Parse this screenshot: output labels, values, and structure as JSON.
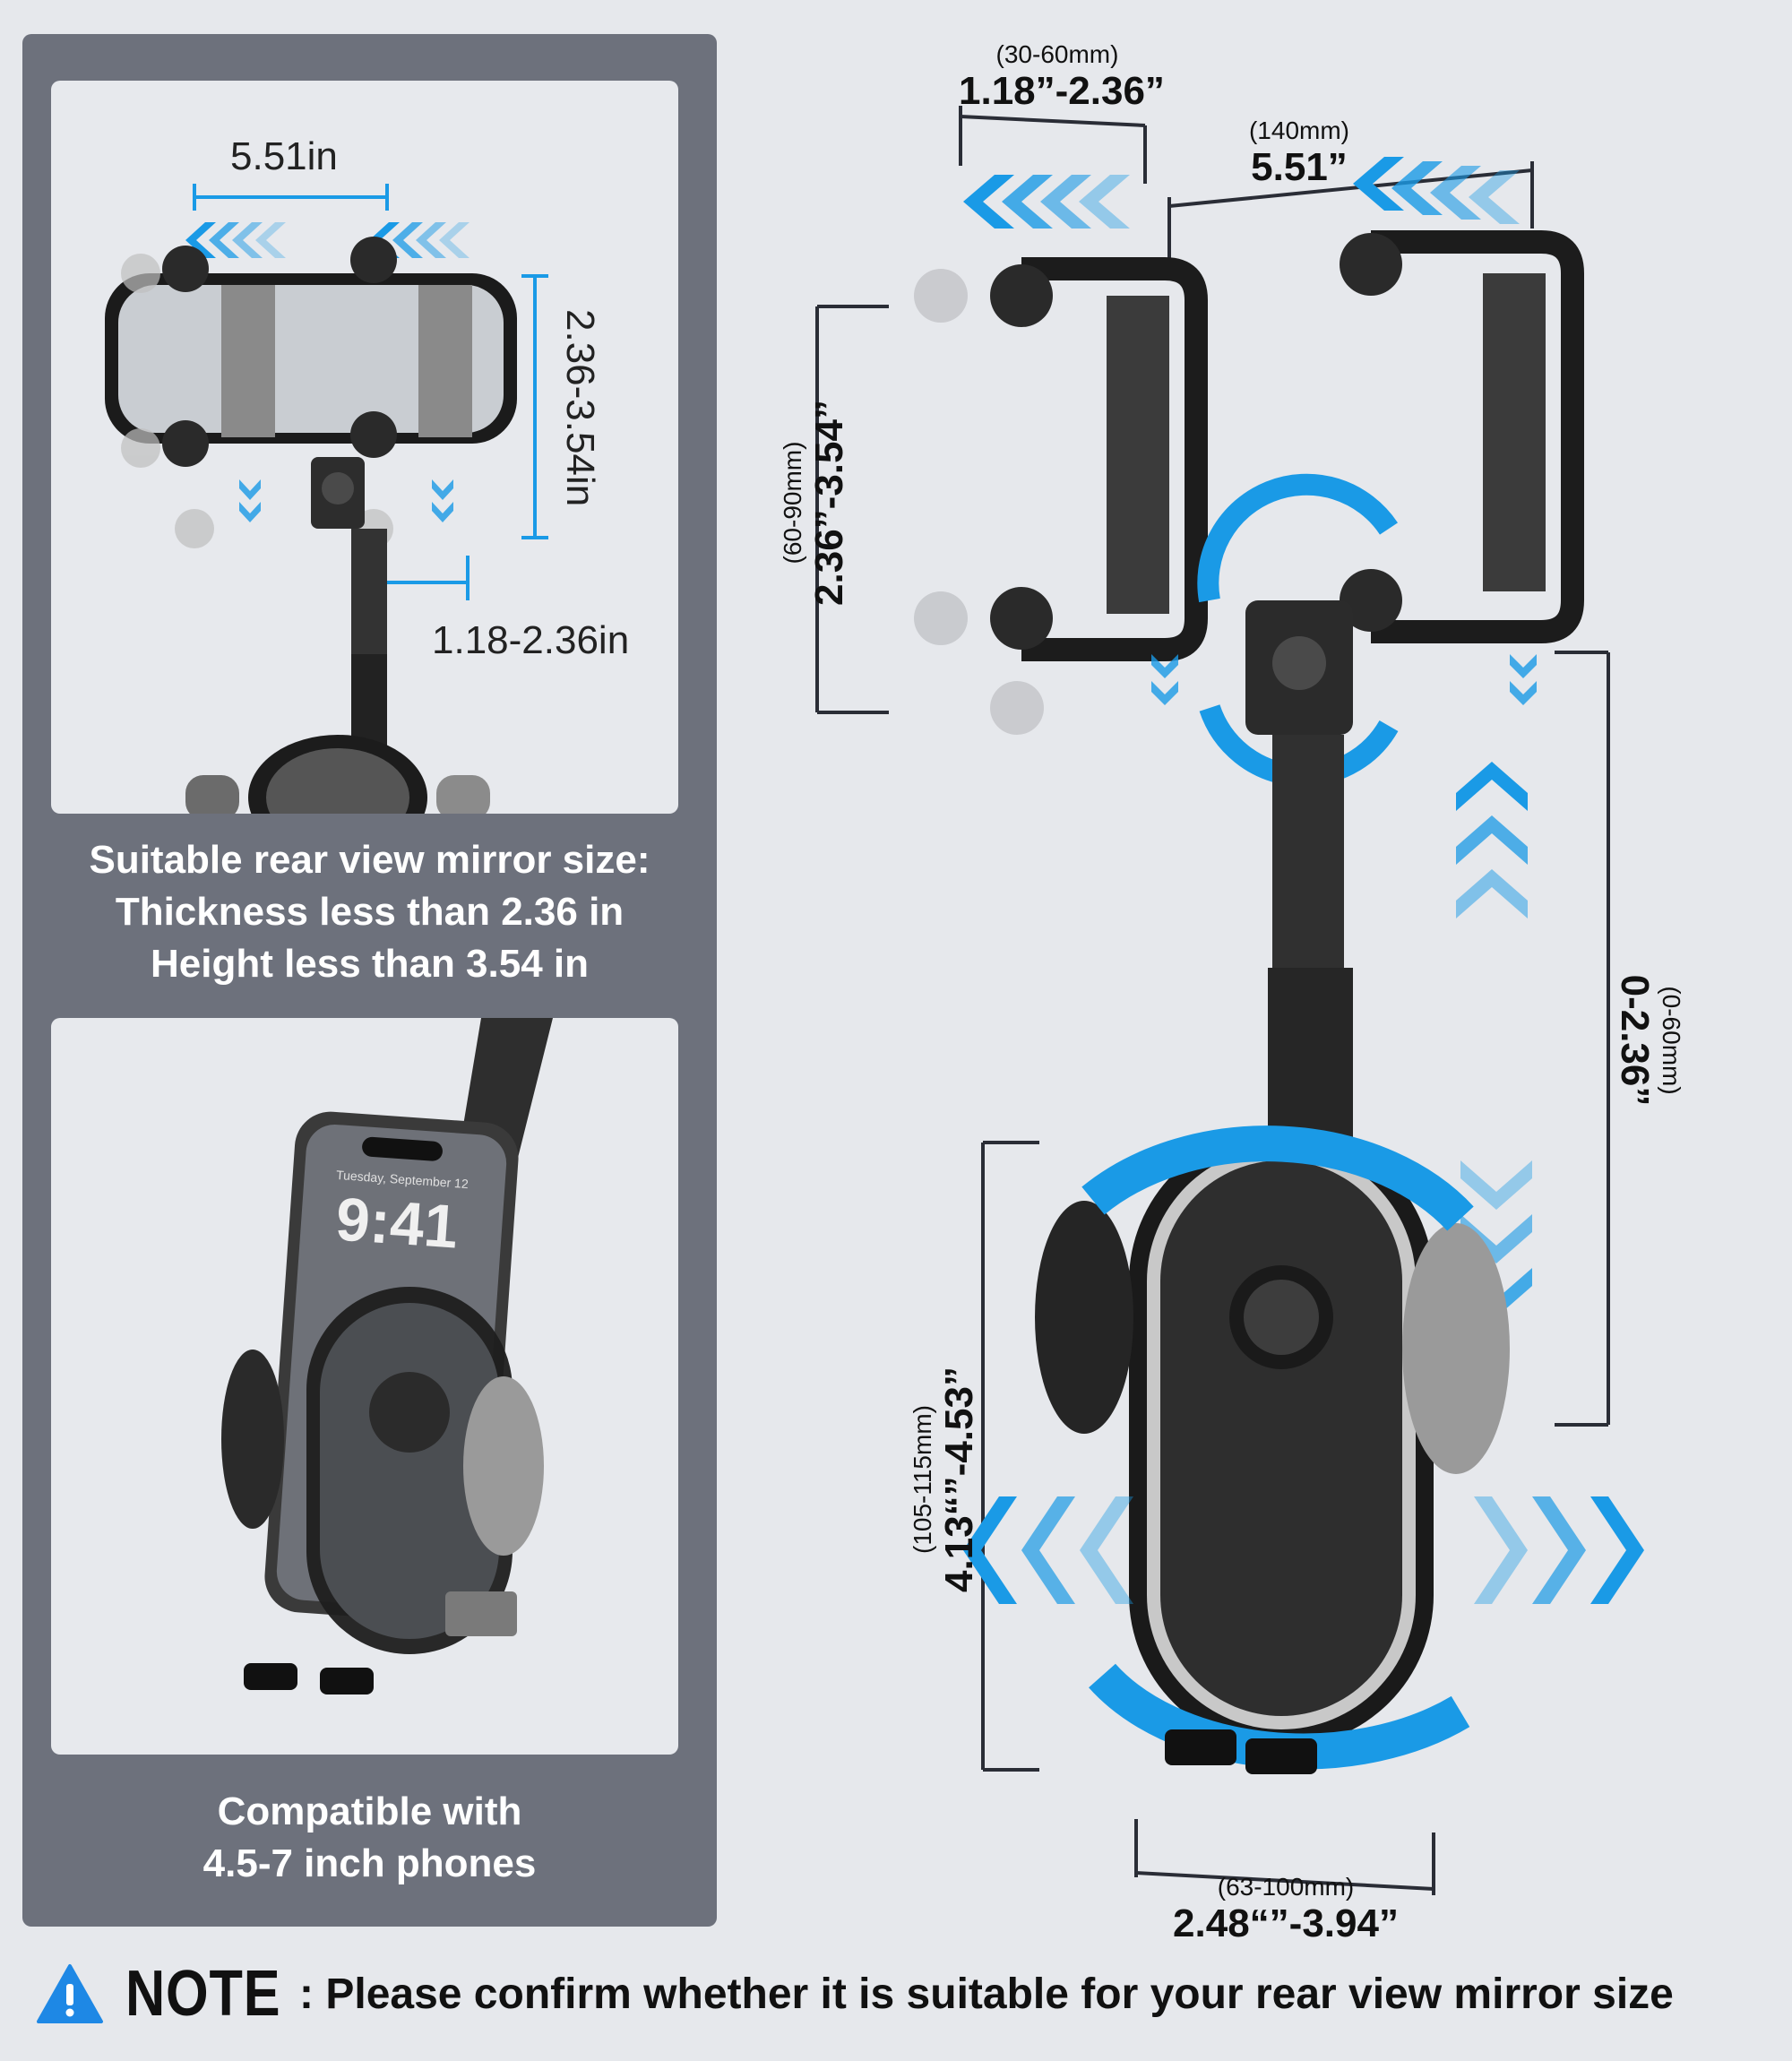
{
  "top_card": {
    "width_label": "5.51in",
    "height_label": "2.36-3.54in",
    "thickness_label": "1.18-2.36in"
  },
  "mirror_caption": {
    "line1": "Suitable rear view mirror size:",
    "line2": "Thickness less than 2.36 in",
    "line3": "Height less than 3.54 in"
  },
  "bottom_card": {
    "phone_time": "9:41",
    "phone_date": "Tuesday, September 12"
  },
  "phone_caption": {
    "line1": "Compatible with",
    "line2": "4.5-7 inch phones"
  },
  "dimensions": {
    "clip_thickness": {
      "mm": "(30-60mm)",
      "inch": "1.18”-2.36”"
    },
    "clip_width": {
      "mm": "(140mm)",
      "inch": "5.51”"
    },
    "clip_height": {
      "mm": "(60-90mm)",
      "inch": "2.36”-3.54”"
    },
    "arm_extension": {
      "mm": "(0-60mm)",
      "inch": "0-2.36”"
    },
    "cradle_height": {
      "mm": "(105-115mm)",
      "inch": "4.13“”-4.53”"
    },
    "cradle_width": {
      "mm": "(63-100mm)",
      "inch": "2.48“”-3.94”"
    }
  },
  "note": {
    "icon": "warning-triangle-icon",
    "label": "NOTE",
    "text": ": Please confirm whether it is suitable for your rear view mirror size"
  },
  "colors": {
    "accent_blue": "#1a9ae6",
    "panel_gray": "#6d717c",
    "card_bg": "#e7e9ed",
    "warning_blue": "#1e88e5"
  }
}
